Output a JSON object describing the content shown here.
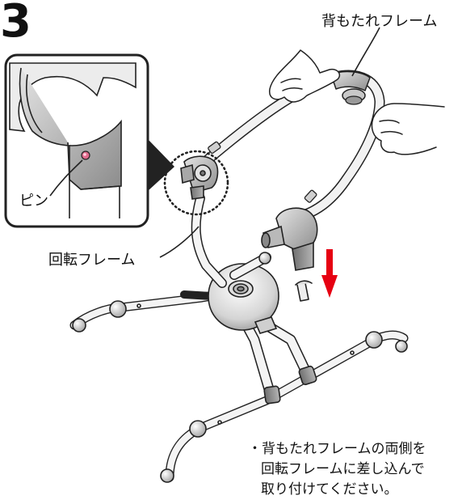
{
  "step": {
    "number": "3"
  },
  "labels": {
    "backrest_frame": "背もたれフレーム",
    "pin": "ピン",
    "rotate_frame": "回転フレーム"
  },
  "instruction": {
    "line1": "・背もたれフレームの両側を",
    "line2": "回転フレームに差し込んで",
    "line3": "取り付けてください。"
  },
  "colors": {
    "frame_gray": "#9a9a9a",
    "frame_light": "#d6d6d6",
    "pin_pink": "#e06a8c",
    "arrow_red": "#e60012"
  },
  "icons": {
    "direction": "down-arrow-icon",
    "pin": "pin-icon"
  }
}
